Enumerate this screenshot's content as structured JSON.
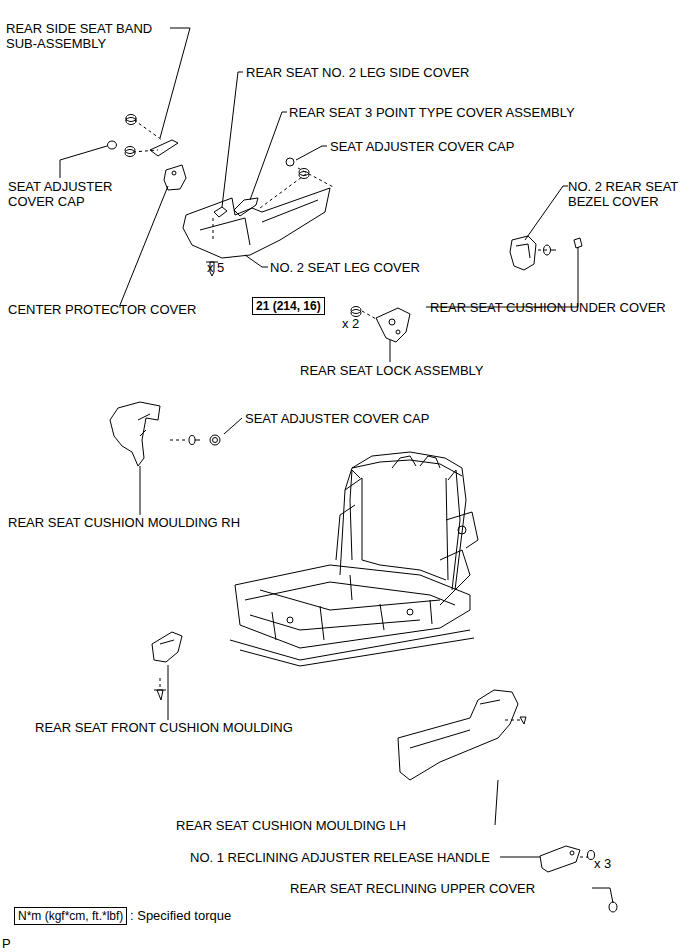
{
  "diagram": {
    "nodes": [
      {
        "text": [
          "21 (214, 16)"
        ]
      },
      {
        "text": [
          "N*m (kgf*cm, ft.*lbf)"
        ]
      }
    ],
    "edges": [],
    "labels": [
      "REAR SIDE SEAT BAND SUB-ASSEMBLY",
      "REAR SEAT NO. 2 LEG SIDE COVER",
      "REAR SEAT 3 POINT TYPE COVER ASSEMBLY",
      "SEAT ADJUSTER COVER CAP",
      "SEAT ADJUSTER COVER CAP",
      "NO. 2 REAR SEAT BEZEL COVER",
      "x 5",
      "NO. 2 SEAT LEG COVER",
      "x 2",
      "REAR SEAT CUSHION UNDER COVER",
      "CENTER PROTECTOR COVER",
      "REAR SEAT LOCK ASSEMBLY",
      "SEAT ADJUSTER COVER CAP",
      "REAR SEAT CUSHION MOULDING RH",
      "REAR SEAT FRONT CUSHION MOULDING",
      "REAR SEAT CUSHION MOULDING LH",
      "NO. 1 RECLINING ADJUSTER RELEASE HANDLE",
      "x 3",
      "REAR SEAT RECLINING UPPER COVER",
      ": Specified torque",
      "P"
    ]
  }
}
